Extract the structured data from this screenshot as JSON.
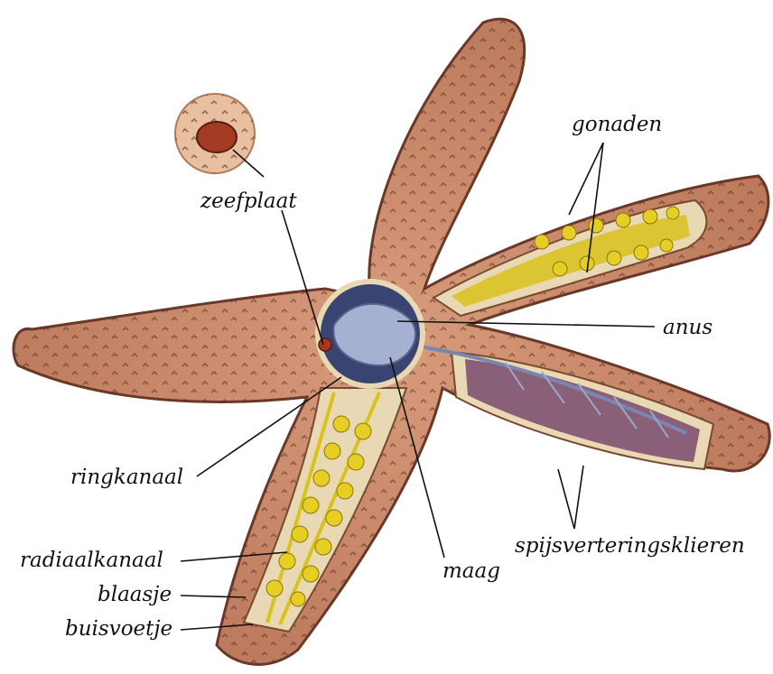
{
  "diagram": {
    "subject": "starfish anatomy",
    "labels": {
      "zeefplaat": "zeefplaat",
      "gonaden": "gonaden",
      "anus": "anus",
      "ringkanaal": "ringkanaal",
      "radiaalkanaal": "radiaalkanaal",
      "blaasje": "blaasje",
      "buisvoetje": "buisvoetje",
      "maag": "maag",
      "spijsverteringsklieren": "spijsverteringsklieren"
    }
  },
  "colors": {
    "skin": "#c98a6c",
    "skin_dark": "#8a4e3a",
    "gonads": "#d8c21c",
    "stomach": "#8a94b8",
    "glands": "#8a6078",
    "cavity": "#e9d8b4"
  }
}
